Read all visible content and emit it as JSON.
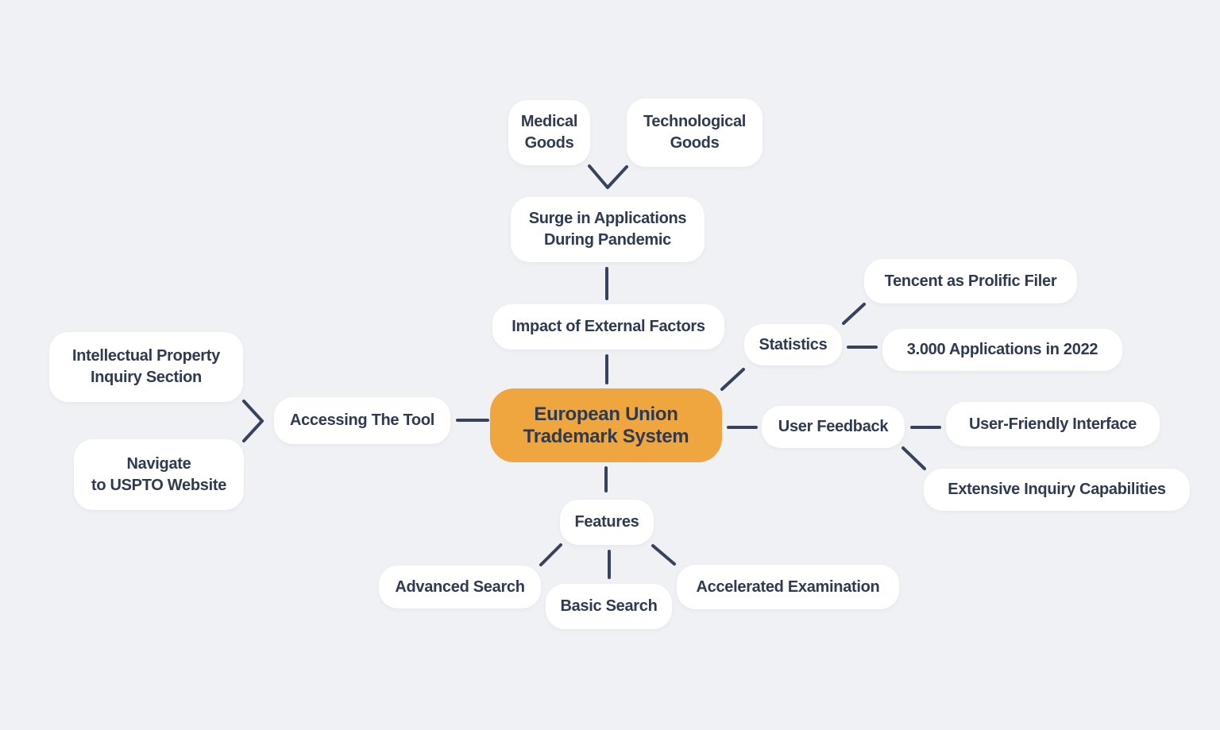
{
  "title": "European Union Trademark System Mind Map",
  "colors": {
    "background": "#F0F1F5",
    "node_fill": "#FFFFFF",
    "root_fill": "#F0A63E",
    "text": "#2E3A50",
    "connector": "#37435E"
  },
  "nodes": {
    "root": {
      "label": "European Union\nTrademark System"
    },
    "impact_of_external_factors": {
      "label": "Impact of External Factors"
    },
    "surge_in_applications": {
      "label": "Surge in Applications\nDuring Pandemic"
    },
    "medical_goods": {
      "label": "Medical\nGoods"
    },
    "technological_goods": {
      "label": "Technological\nGoods"
    },
    "statistics": {
      "label": "Statistics"
    },
    "tencent_as_prolific_filer": {
      "label": "Tencent as Prolific Filer"
    },
    "applications_in_2022": {
      "label": "3.000 Applications in 2022"
    },
    "user_feedback": {
      "label": "User Feedback"
    },
    "user_friendly_interface": {
      "label": "User-Friendly Interface"
    },
    "extensive_inquiry_capabilities": {
      "label": "Extensive Inquiry Capabilities"
    },
    "accessing_the_tool": {
      "label": "Accessing The Tool"
    },
    "intellectual_property_inquiry_section": {
      "label": "Intellectual Property\nInquiry Section"
    },
    "navigate_to_uspto_website": {
      "label": "Navigate\nto USPTO Website"
    },
    "features": {
      "label": "Features"
    },
    "advanced_search": {
      "label": "Advanced Search"
    },
    "basic_search": {
      "label": "Basic Search"
    },
    "accelerated_examination": {
      "label": "Accelerated Examination"
    }
  }
}
